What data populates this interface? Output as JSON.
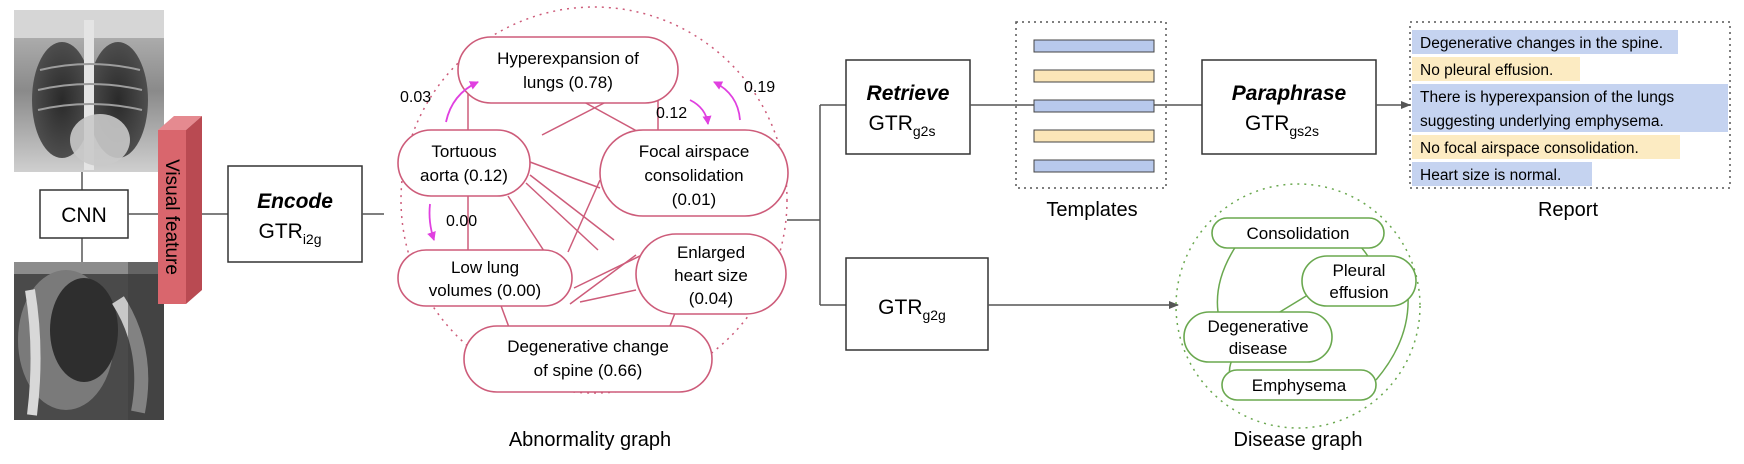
{
  "cnn": {
    "label": "CNN"
  },
  "visual_feature": {
    "label": "Visual feature",
    "color": "#d9666d",
    "side": "#b94a52",
    "top": "#e58a90"
  },
  "encode": {
    "title": "Encode",
    "gtr": "GTR",
    "sub": "i2g"
  },
  "abnormality_graph": {
    "caption": "Abnormality graph",
    "color": "#cd5c7a",
    "nodes": {
      "hyper_1": "Hyperexpansion of",
      "hyper_2": "lungs (0.78)",
      "tort_1": "Tortuous",
      "tort_2": "aorta (0.12)",
      "focal_1": "Focal airspace",
      "focal_2": "consolidation",
      "focal_3": "(0.01)",
      "low_1": "Low lung",
      "low_2": "volumes (0.00)",
      "heart_1": "Enlarged",
      "heart_2": "heart size",
      "heart_3": "(0.04)",
      "degen_1": "Degenerative change",
      "degen_2": "of spine (0.66)"
    },
    "edge_weights": {
      "w1": "0.03",
      "w2": "0.19",
      "w3": "0.12",
      "w4": "0.00"
    },
    "arrow_color": "#e040e0"
  },
  "retrieve": {
    "title": "Retrieve",
    "gtr": "GTR",
    "sub": "g2s"
  },
  "templates": {
    "caption": "Templates",
    "colors": [
      "#b8c9ec",
      "#fbe6b8",
      "#b8c9ec",
      "#fbe6b8",
      "#b8c9ec"
    ]
  },
  "paraphrase": {
    "title": "Paraphrase",
    "gtr": "GTR",
    "sub": "gs2s"
  },
  "report": {
    "caption": "Report",
    "lines": [
      "Degenerative changes in the spine.",
      "No pleural effusion.",
      "There is hyperexpansion of the lungs",
      "suggesting underlying emphysema.",
      "No focal airspace consolidation.",
      "Heart size is normal."
    ],
    "blue": "#c5d3f0",
    "yellow": "#fcebc2"
  },
  "g2g": {
    "gtr": "GTR",
    "sub": "g2g"
  },
  "disease_graph": {
    "caption": "Disease graph",
    "color": "#6aa84f",
    "nodes": {
      "consolidation": "Consolidation",
      "pleural_1": "Pleural",
      "pleural_2": "effusion",
      "degen_1": "Degenerative",
      "degen_2": "disease",
      "emphysema": "Emphysema"
    }
  }
}
